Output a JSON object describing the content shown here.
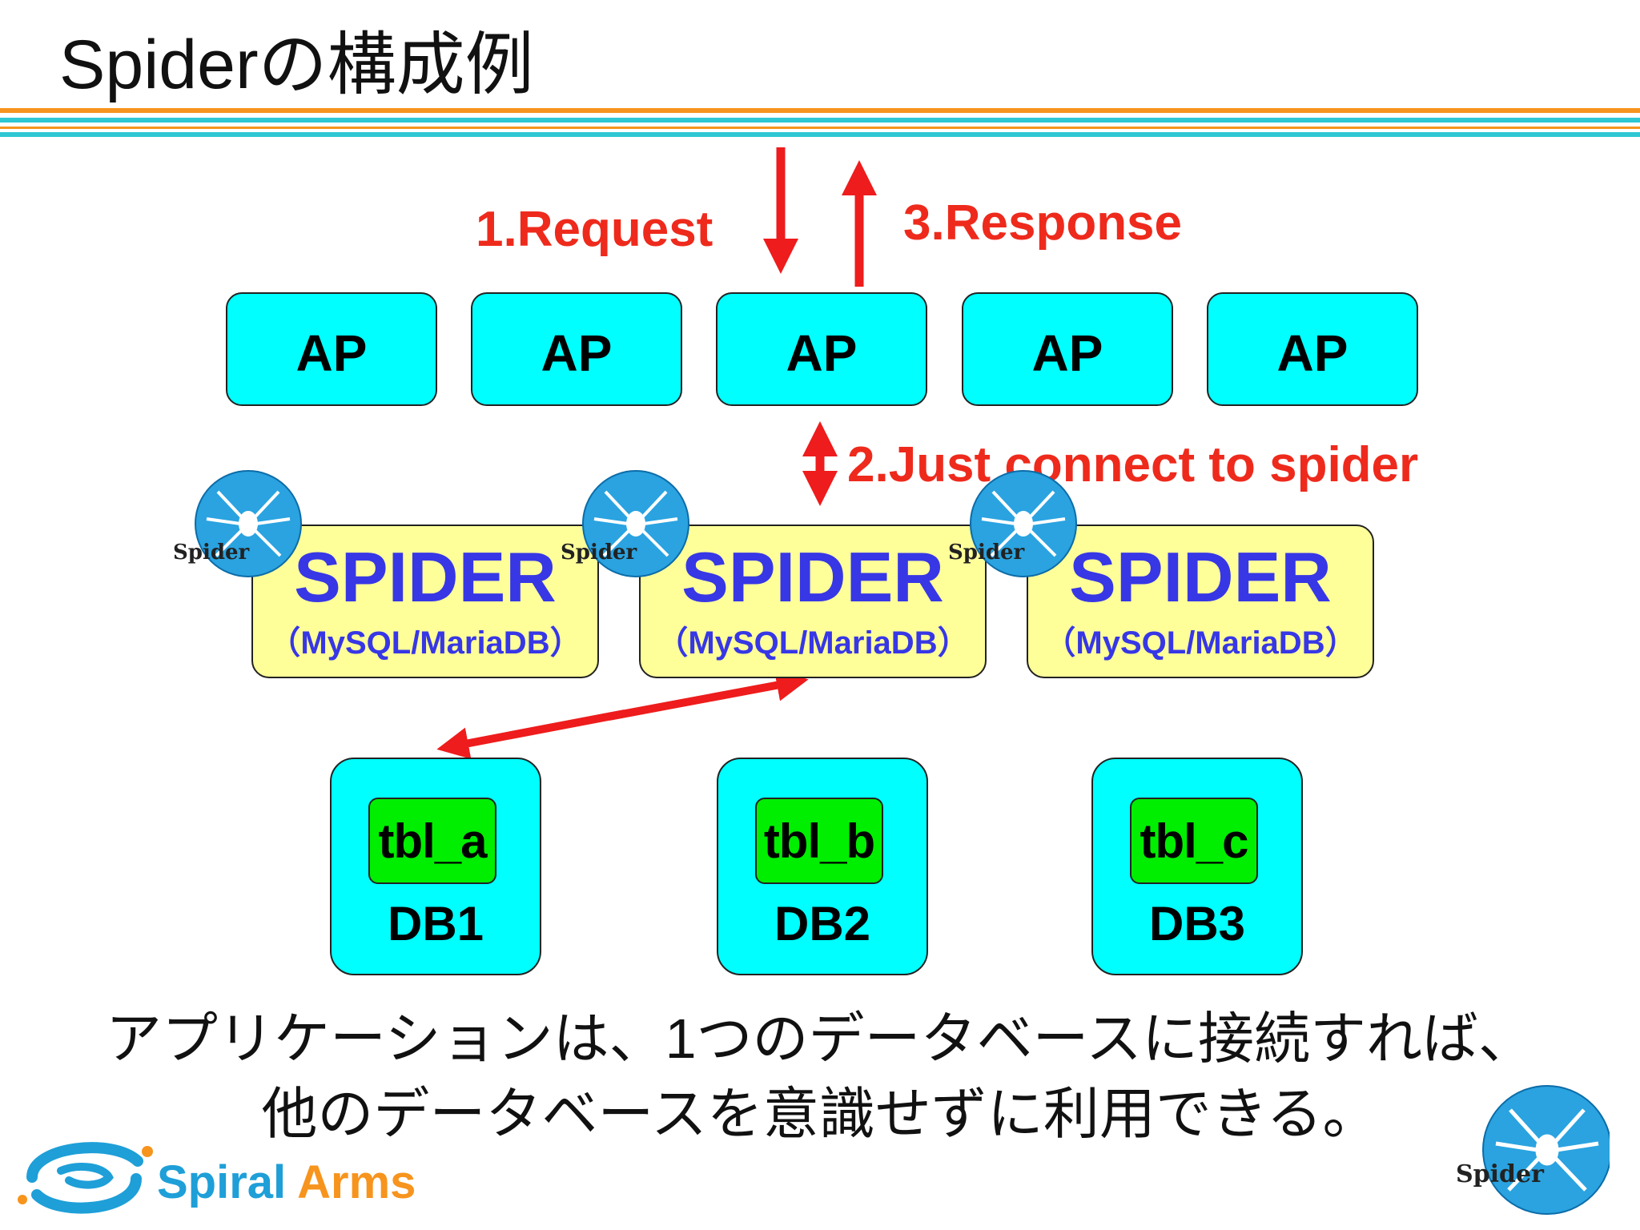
{
  "title": "Spiderの構成例",
  "flow": {
    "request_label": "1.Request",
    "response_label": "3.Response",
    "connect_label": "2.Just connect to spider"
  },
  "ap_nodes": [
    {
      "label": "AP"
    },
    {
      "label": "AP"
    },
    {
      "label": "AP"
    },
    {
      "label": "AP"
    },
    {
      "label": "AP"
    }
  ],
  "spider_nodes": [
    {
      "title": "SPIDER",
      "subtitle": "（MySQL/MariaDB）"
    },
    {
      "title": "SPIDER",
      "subtitle": "（MySQL/MariaDB）"
    },
    {
      "title": "SPIDER",
      "subtitle": "（MySQL/MariaDB）"
    }
  ],
  "db_nodes": [
    {
      "table": "tbl_a",
      "label": "DB1"
    },
    {
      "table": "tbl_b",
      "label": "DB2"
    },
    {
      "table": "tbl_c",
      "label": "DB3"
    }
  ],
  "caption": {
    "line1": "アプリケーションは、1つのデータベースに接続すれば、",
    "line2": "他のデータベースを意識せずに利用できる。"
  },
  "brand": {
    "spiral": "Spiral",
    "arms": "Arms"
  },
  "logo_text": "Spider",
  "colors": {
    "arrow": "#ee1c1c",
    "label": "#ee2a1c",
    "ap_fill": "#00ffff",
    "spider_fill": "#ffff99",
    "spider_text": "#3737e6",
    "table_fill": "#00ee00",
    "rule_orange": "#f7941d",
    "rule_teal": "#2ec7d3",
    "brand_blue": "#1e9fd8",
    "brand_orange": "#f7941d"
  }
}
